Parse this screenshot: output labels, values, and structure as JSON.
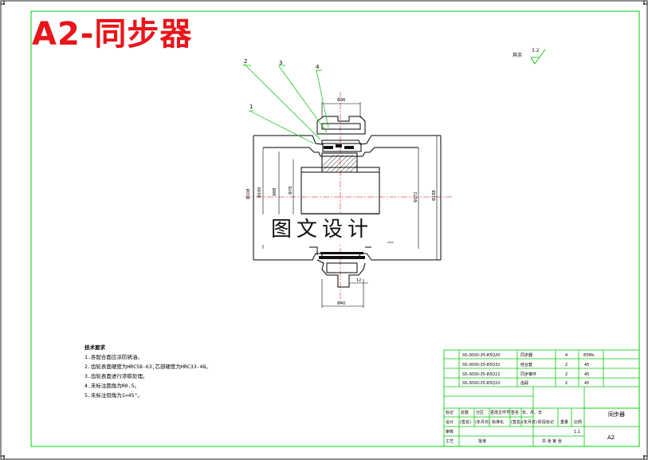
{
  "title": "A2-同步器",
  "watermark": "图文设计",
  "roughness": {
    "label": "其余",
    "value": "3.2"
  },
  "balloons": [
    "1",
    "2",
    "3",
    "4"
  ],
  "dimensions": [
    "Φ108",
    "Φ100",
    "Φ88",
    "Φ78",
    "Φ172",
    "Φ188",
    "Φ36",
    "12",
    "Φ40"
  ],
  "notes": {
    "heading": "技术要求",
    "items": [
      "1.各配合面应涂防锈油。",
      "2.齿轮表面硬度为HRC58-63,芯部硬度为HRC33-48。",
      "3.齿轮表面进行渗碳处理。",
      "4.未标注圆角为R0.5。",
      "5.未标注倒角为1×45°。"
    ]
  },
  "parts_list": [
    {
      "code": "SS-3000-35-B5Q20",
      "name": "同步器",
      "qty": "4",
      "material": "65Mn"
    },
    {
      "code": "SS-3000-35-B5Q31",
      "name": "结合套",
      "qty": "2",
      "material": "45"
    },
    {
      "code": "SS-3000-35-B5Q11",
      "name": "同步锥环",
      "qty": "2",
      "material": "45"
    },
    {
      "code": "SS-3000-35-B5Q10",
      "name": "齿毂",
      "qty": "2",
      "material": "45"
    }
  ],
  "title_block": {
    "header": [
      "标记",
      "处数",
      "分区",
      "更改文件号",
      "签名",
      "年、月、日"
    ],
    "row2": [
      "设计",
      "(签名)",
      "(年月日)",
      "标准化",
      "(签名)",
      "(年月日)"
    ],
    "row3": [
      "审核"
    ],
    "row4": [
      "工艺",
      "批准"
    ],
    "stage": "阶段标记",
    "weight": "重量",
    "scale": "比例",
    "scale_value": "1:1",
    "drawing_name": "同步器",
    "sheet": "共 张 第 张",
    "drawing_no": "A2"
  },
  "colors": {
    "frame": "#00cc00",
    "ink": "#000000",
    "leader": "#00c000",
    "title": "#e8151b"
  }
}
